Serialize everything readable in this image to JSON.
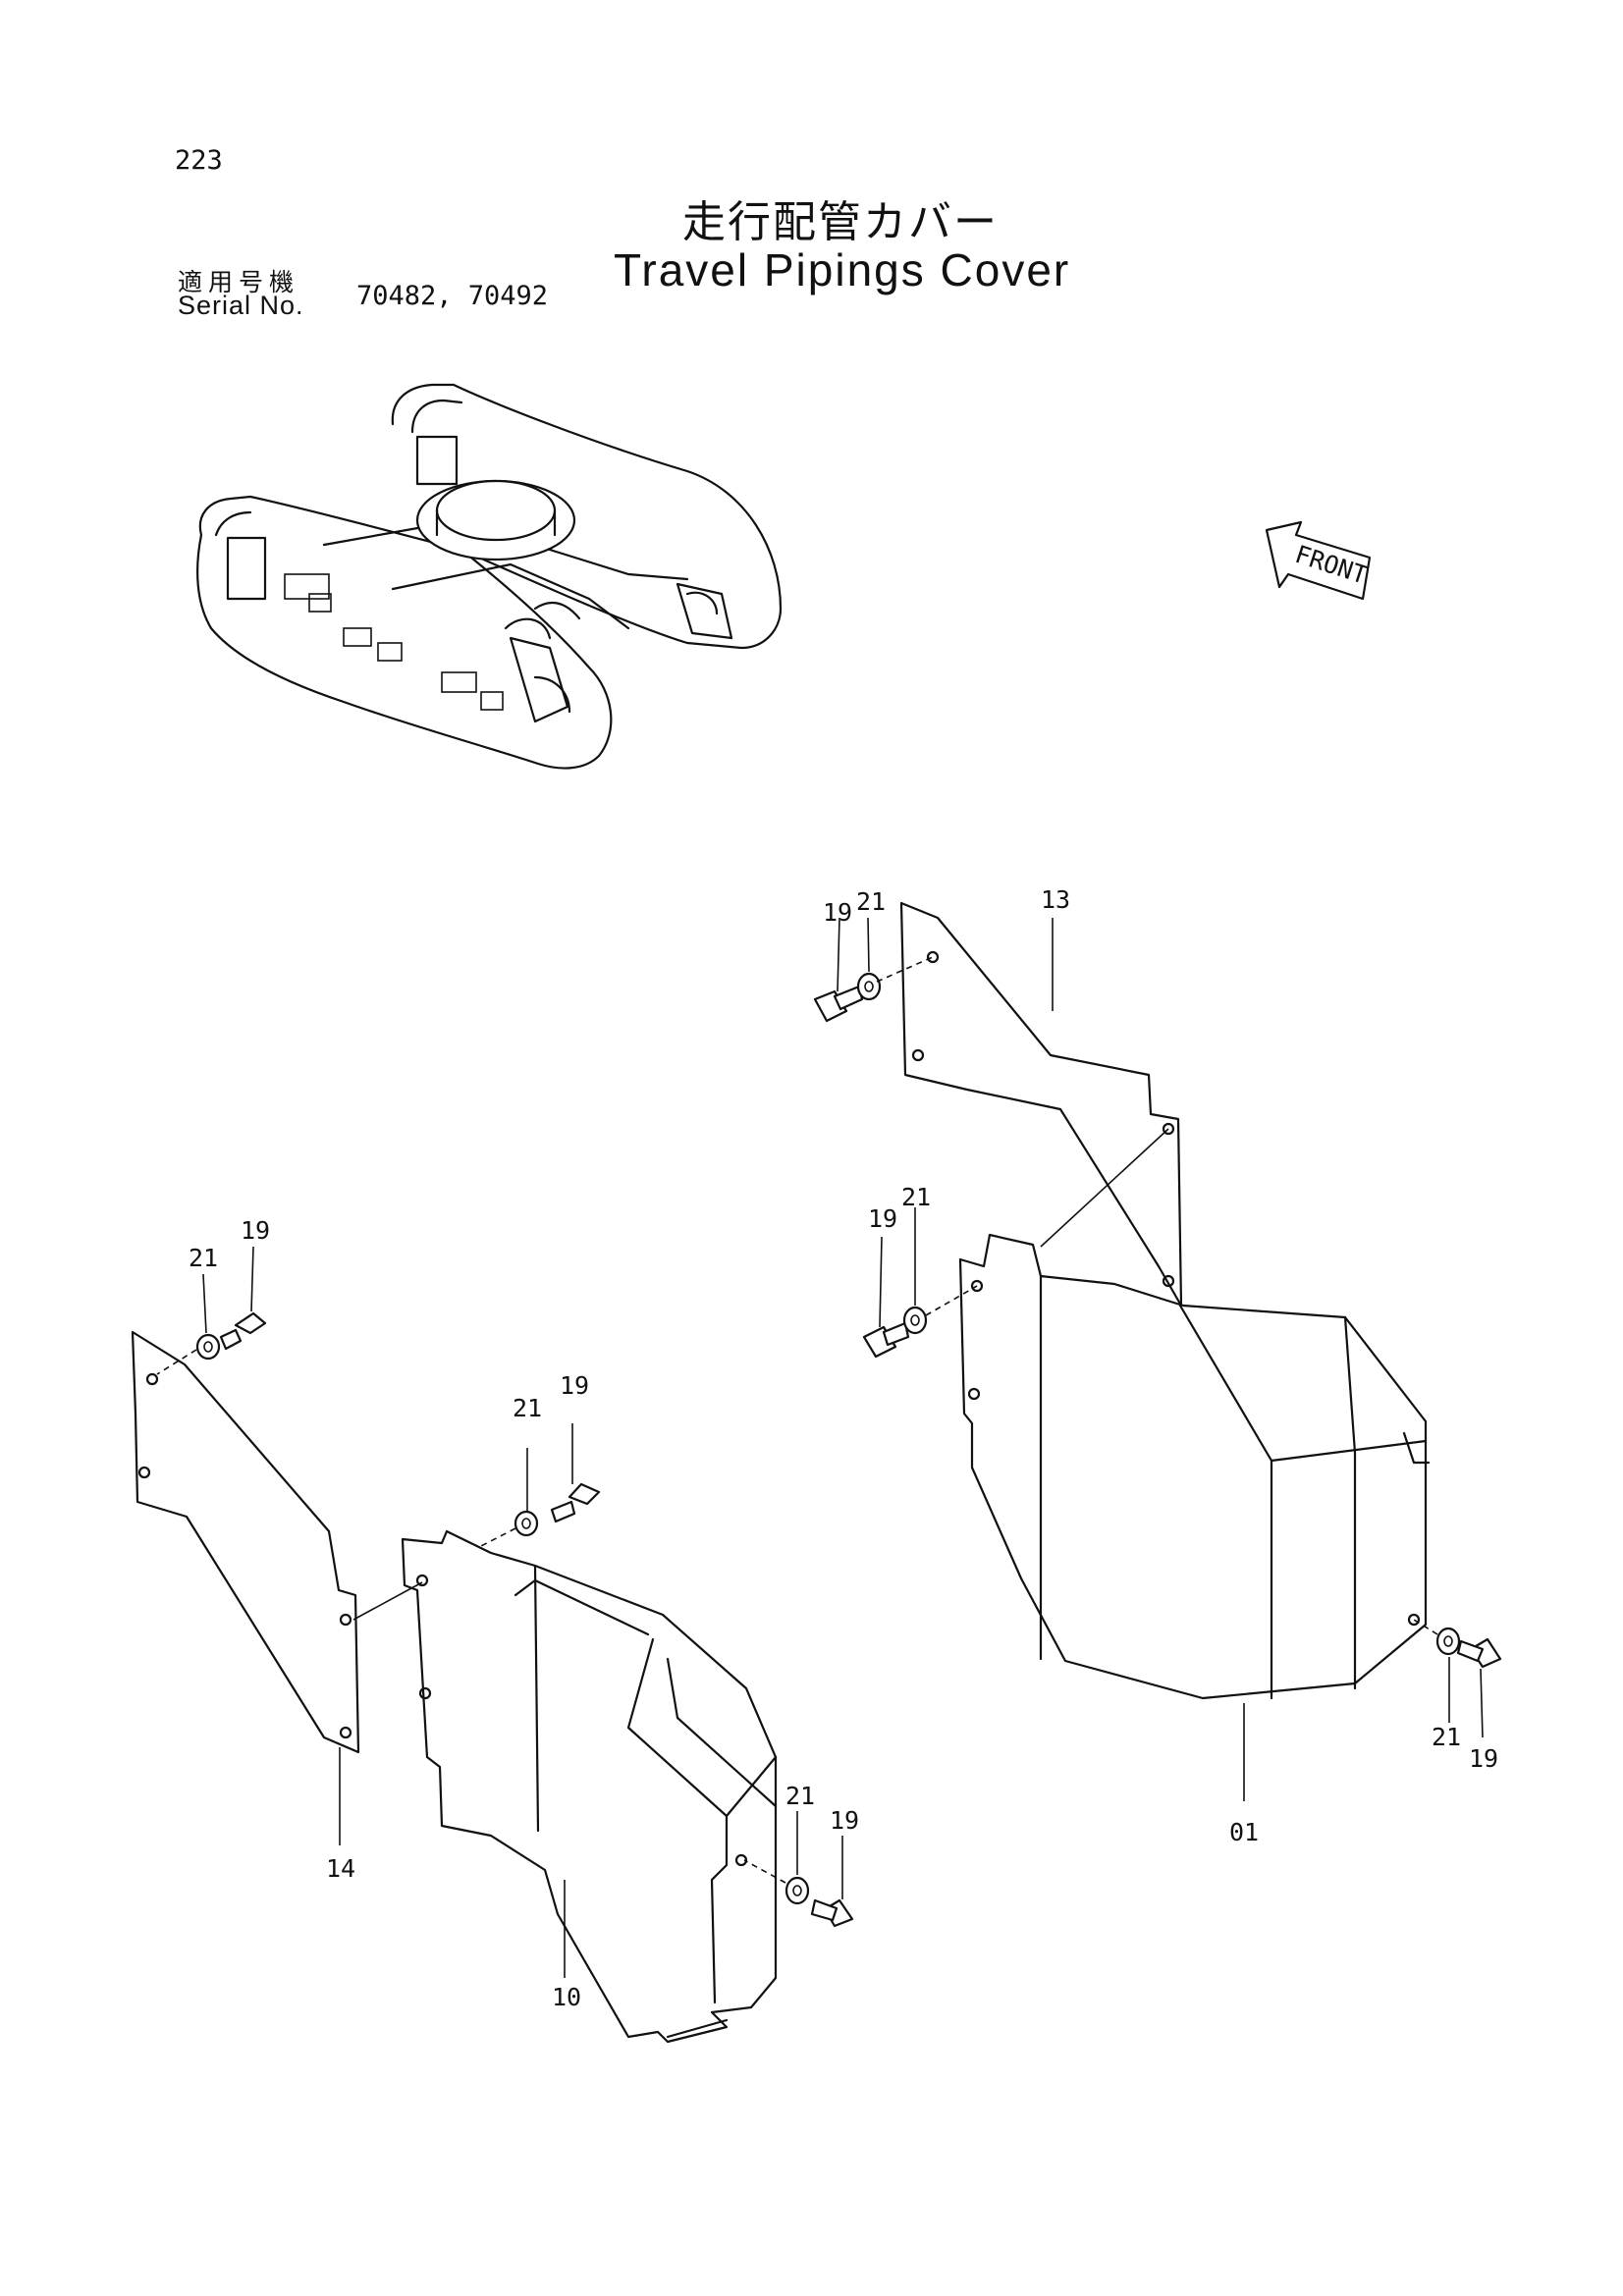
{
  "page": {
    "number": "223",
    "title_ja": "走行配管カバー",
    "title_en": "Travel Pipings Cover",
    "serial_label_ja": "適用号機",
    "serial_label_en": "Serial No.",
    "serial_numbers": "70482, 70492"
  },
  "front_indicator": {
    "label": "FRONT",
    "icon": "front-arrow-icon"
  },
  "callouts": {
    "c01": "01",
    "c10": "10",
    "c13": "13",
    "c14": "14",
    "c19a": "19",
    "c21a": "21",
    "c19b": "19",
    "c21b": "21",
    "c19c": "19",
    "c21c": "21",
    "c19d": "19",
    "c21d": "21",
    "c19e": "19",
    "c21e": "21",
    "c19f": "19",
    "c21f": "21"
  }
}
